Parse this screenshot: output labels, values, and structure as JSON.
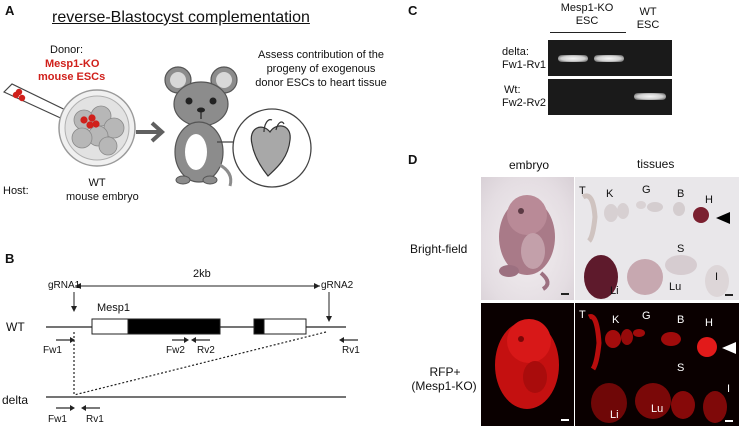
{
  "panels": {
    "a": "A",
    "b": "B",
    "c": "C",
    "d": "D"
  },
  "panel_a": {
    "title": "reverse-Blastocyst complementation",
    "donor_label": "Donor:",
    "donor_cells_line1": "Mesp1-KO",
    "donor_cells_line2": "mouse ESCs",
    "host_label": "Host:",
    "host_line1": "WT",
    "host_line2": "mouse embryo",
    "assess_line1": "Assess contribution of the",
    "assess_line2": "progeny of exogenous",
    "assess_line3": "donor ESCs to heart tissue",
    "colors": {
      "donor_red": "#d0201b",
      "mouse_gray": "#8c8c8c",
      "arrow_gray": "#606060"
    }
  },
  "panel_b": {
    "distance": "2kb",
    "grna1": "gRNA1",
    "grna2": "gRNA2",
    "gene": "Mesp1",
    "wt_label": "WT",
    "delta_label": "delta",
    "primers": {
      "fw1": "Fw1",
      "fw2": "Fw2",
      "rv2": "Rv2",
      "rv1": "Rv1",
      "fw1_delta": "Fw1",
      "rv1_delta": "Rv1"
    }
  },
  "panel_c": {
    "mesp1_header_line1": "Mesp1-KO",
    "mesp1_header_line2": "ESC",
    "wt_header_line1": "WT",
    "wt_header_line2": "ESC",
    "delta_row_line1": "delta:",
    "delta_row_line2": "Fw1-Rv1",
    "wt_row_line1": "Wt:",
    "wt_row_line2": "Fw2-Rv2"
  },
  "panel_d": {
    "col_embryo": "embryo",
    "col_tissues": "tissues",
    "row_brightfield": "Bright-field",
    "row_rfp_line1": "RFP+",
    "row_rfp_line2": "(Mesp1-KO)",
    "tissue_labels": {
      "t": "T",
      "k": "K",
      "g": "G",
      "b": "B",
      "h": "H",
      "s": "S",
      "li": "Li",
      "lu": "Lu",
      "i": "I"
    }
  }
}
